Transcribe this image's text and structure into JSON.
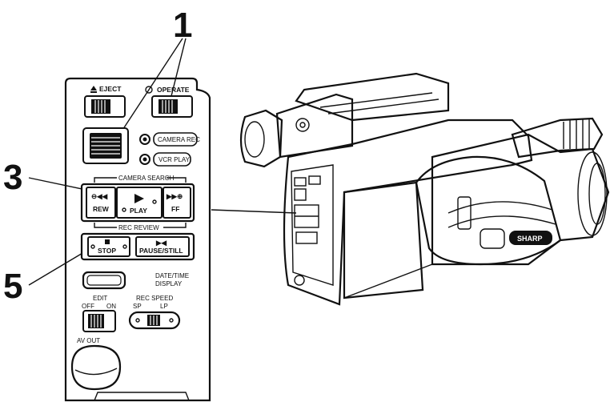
{
  "callouts": {
    "c1": "1",
    "c3": "3",
    "c5": "5"
  },
  "panel": {
    "eject": "EJECT",
    "operate": "OPERATE",
    "camera_rec": "CAMERA REC",
    "vcr_play": "VCR PLAY",
    "camera_search": "CAMERA SEARCH",
    "rew": "REW",
    "play": "PLAY",
    "ff": "FF",
    "rec_review": "REC REVIEW",
    "stop": "STOP",
    "pause_still": "PAUSE/STILL",
    "date_time": "DATE/TIME",
    "display": "DISPLAY",
    "edit": "EDIT",
    "off": "OFF",
    "on": "ON",
    "rec_speed": "REC SPEED",
    "sp": "SP",
    "lp": "LP",
    "av_out": "AV OUT"
  },
  "camcorder": {
    "brand": "SHARP"
  }
}
